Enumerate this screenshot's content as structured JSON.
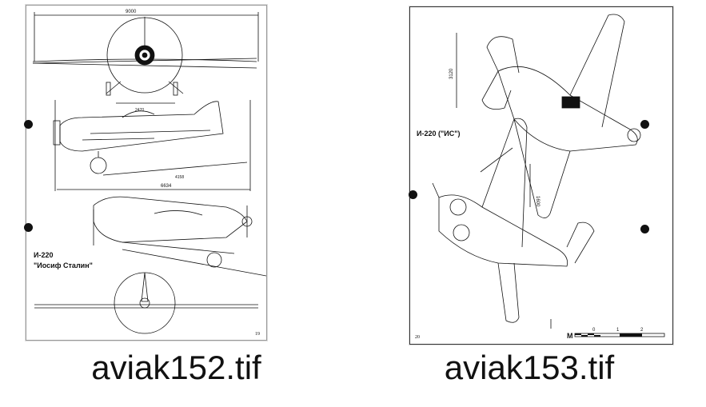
{
  "files": [
    {
      "file_name": "aviak152.tif",
      "page": {
        "dimension_span": "9000",
        "dimension_track": "2470",
        "dimension_wheelbase": "4158",
        "dimension_length": "6634",
        "designation": "И-220",
        "name": "\"Иосиф Сталин\"",
        "page_number": "19"
      }
    },
    {
      "file_name": "aviak153.tif",
      "page": {
        "dimension_chord": "3120",
        "dimension_tail": "1600",
        "designation": "И-220 (\"ИС\")",
        "scale_label": "M",
        "scale_ticks": [
          "0",
          "1",
          "2"
        ],
        "page_number": "20"
      }
    }
  ],
  "colors": {
    "ink": "#111111",
    "paper": "#ffffff",
    "punch_hole": "#111111"
  }
}
